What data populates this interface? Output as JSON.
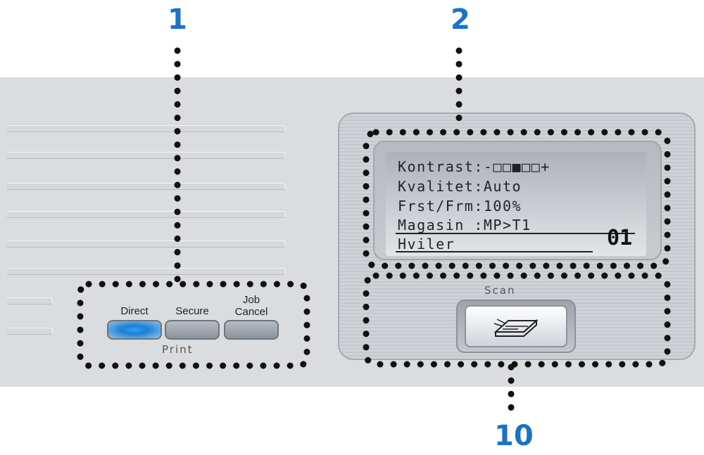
{
  "callouts": {
    "left": "1",
    "display": "2",
    "scan": "10"
  },
  "print_buttons": [
    {
      "label": "Direct",
      "state": "active"
    },
    {
      "label": "Secure",
      "state": "normal"
    },
    {
      "label_line1": "Job",
      "label_line2": "Cancel",
      "state": "normal"
    }
  ],
  "print_caption": "Print",
  "display": {
    "lines": [
      "Kontrast:-□□■□□+",
      "Kvalitet:Auto",
      "Frst/Frm:100%",
      "Magasin :MP>T1",
      "Hviler"
    ],
    "counter": "01"
  },
  "scan_caption": "Scan",
  "icons": {
    "scan_button": "scanner-icon"
  },
  "colors": {
    "callout": "#1a73c6",
    "active_button": "#1b7fd6",
    "panel": "#dadcdf"
  }
}
